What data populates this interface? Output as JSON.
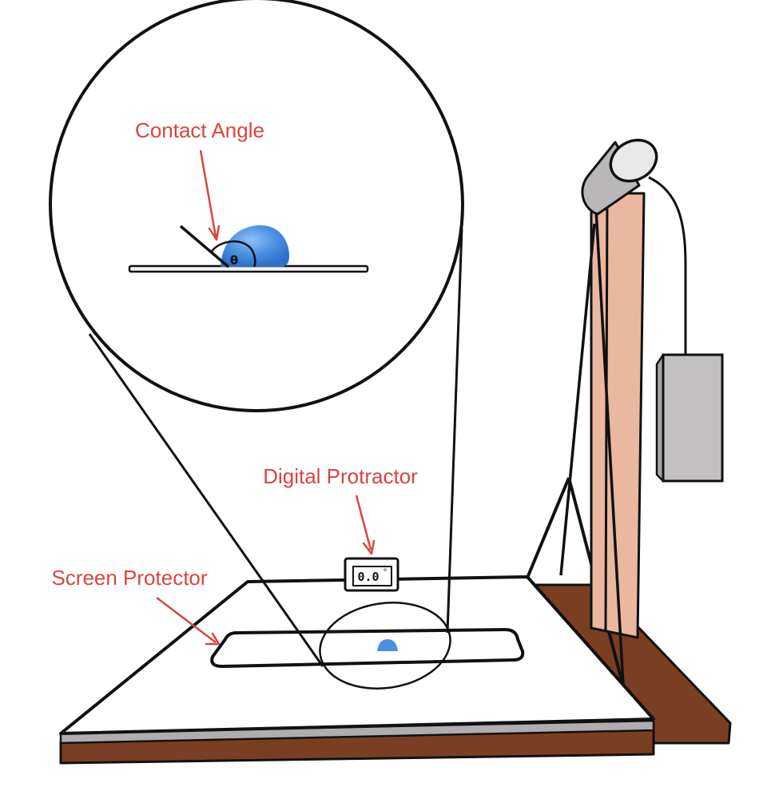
{
  "labels": {
    "contact_angle": "Contact Angle",
    "digital_protractor": "Digital Protractor",
    "screen_protector": "Screen Protector"
  },
  "zoom": {
    "angle_symbol": "θ"
  },
  "protractor": {
    "reading": "0.0",
    "unit": "°"
  },
  "colors": {
    "label_red": "#d9453f",
    "droplet_blue": "#4a90e2",
    "droplet_dark": "#3a7bd5",
    "base_brown": "#7a3e22",
    "pillar_pink": "#eab7a0",
    "box_gray": "#c3c0c2",
    "camera_gray": "#b9b7b8",
    "platform_gray": "#b0adb0",
    "outline": "#111111"
  }
}
